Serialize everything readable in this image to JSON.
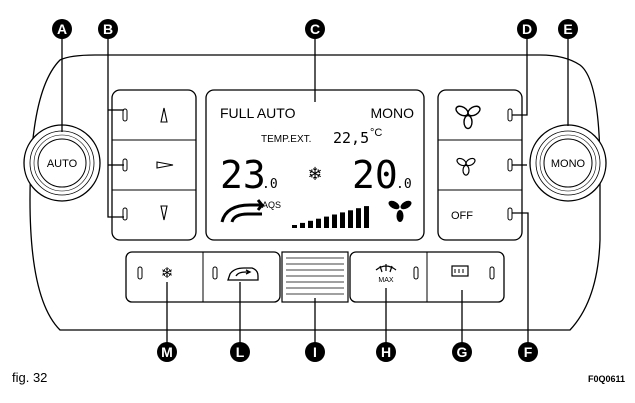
{
  "callouts": {
    "A": "A",
    "B": "B",
    "C": "C",
    "D": "D",
    "E": "E",
    "F": "F",
    "G": "G",
    "H": "H",
    "I": "I",
    "L": "L",
    "M": "M"
  },
  "knobs": {
    "left_label": "AUTO",
    "right_label": "MONO"
  },
  "display": {
    "mode_left": "FULL AUTO",
    "mode_right": "MONO",
    "temp_ext_label": "TEMP.EXT.",
    "temp_ext_value": "22,5",
    "temp_ext_unit": "°C",
    "left_temp_int": "23",
    "left_temp_dec": ".0",
    "right_temp_int": "20",
    "right_temp_dec": ".0",
    "aqs_label": "AQS",
    "fan_bars_lit": 10
  },
  "right_panel": {
    "off_label": "OFF"
  },
  "bottom_panel": {
    "max_label": "MAX"
  },
  "figure": {
    "caption": "fig. 32",
    "code": "F0Q0611"
  }
}
